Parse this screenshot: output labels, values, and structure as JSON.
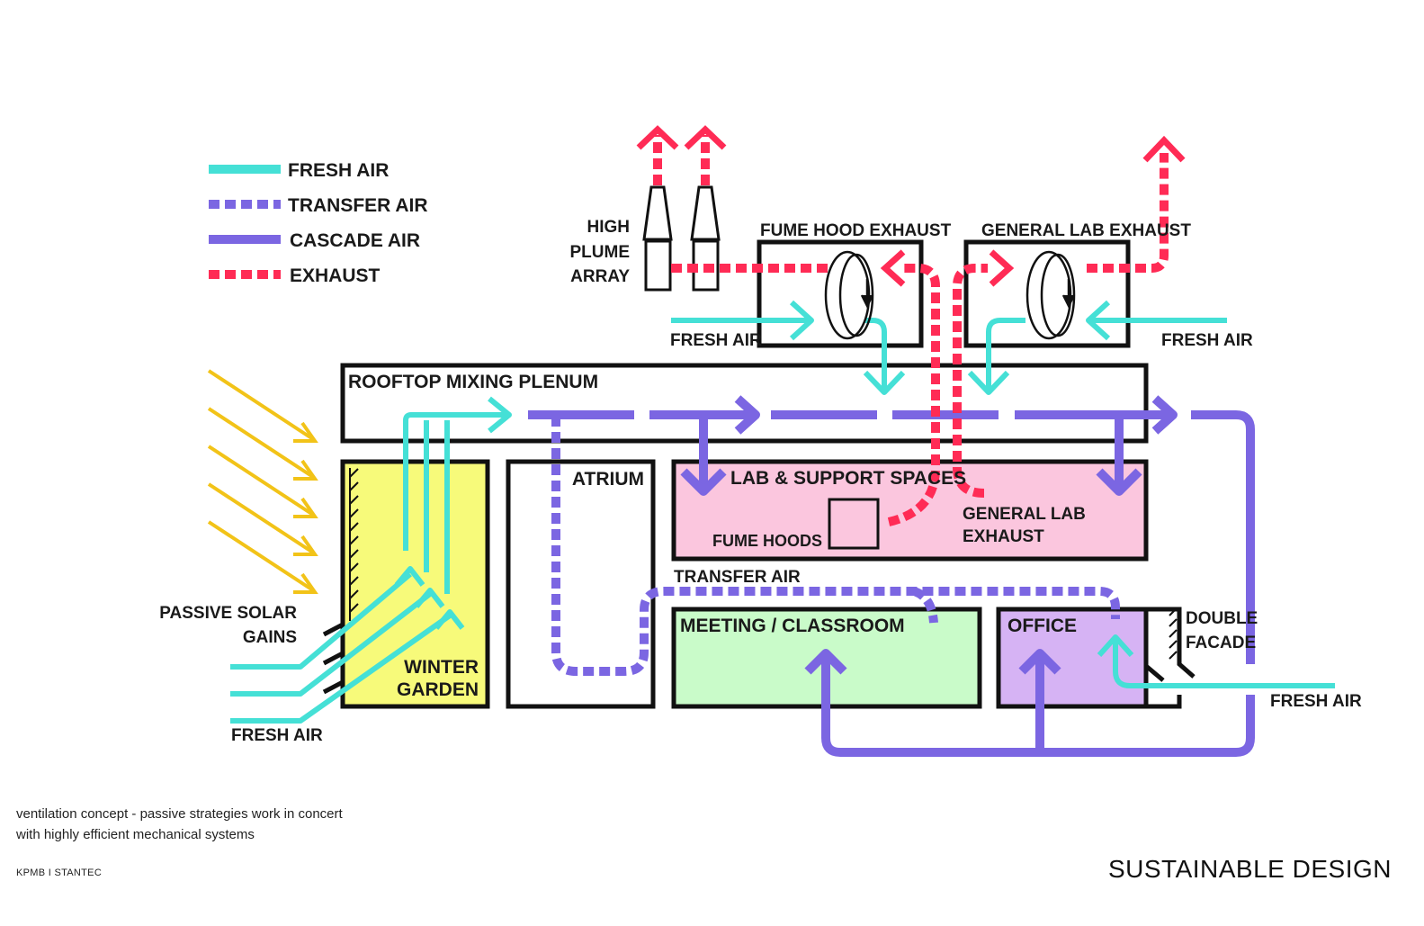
{
  "colors": {
    "fresh": "#45E0D6",
    "transfer": "#7B66E2",
    "cascade": "#7B66E2",
    "exhaust": "#FF2B55",
    "solar": "#F2C318",
    "winter_garden": "#F7FA7A",
    "lab": "#FBC6DE",
    "meeting": "#C9FBC9",
    "office": "#D6B3F4"
  },
  "legend": {
    "fresh_air": "FRESH AIR",
    "transfer_air": "TRANSFER AIR",
    "cascade_air": "CASCADE AIR",
    "exhaust": "EXHAUST"
  },
  "labels": {
    "plume_1": "HIGH",
    "plume_2": "PLUME",
    "plume_3": "ARRAY",
    "fume_hood_exhaust": "FUME HOOD EXHAUST",
    "general_lab_exhaust": "GENERAL LAB EXHAUST",
    "fresh_air_left": "FRESH AIR",
    "fresh_air_right": "FRESH AIR",
    "rooftop_plenum": "ROOFTOP MIXING PLENUM",
    "atrium": "ATRIUM",
    "lab_support": "LAB & SUPPORT SPACES",
    "fume_hoods": "FUME HOODS",
    "gen_lab_exhaust_1": "GENERAL LAB",
    "gen_lab_exhaust_2": "EXHAUST",
    "transfer_air": "TRANSFER AIR",
    "meeting": "MEETING / CLASSROOM",
    "office": "OFFICE",
    "double_1": "DOUBLE",
    "double_2": "FACADE",
    "fresh_air_office": "FRESH AIR",
    "passive_1": "PASSIVE SOLAR",
    "passive_2": "GAINS",
    "winter_1": "WINTER",
    "winter_2": "GARDEN",
    "fresh_air_bottom": "FRESH AIR"
  },
  "footer": {
    "caption_line1": "ventilation concept - passive strategies work in concert",
    "caption_line2": "with highly efficient mechanical systems",
    "credit": "KPMB I STANTEC",
    "section_title": "SUSTAINABLE DESIGN"
  }
}
